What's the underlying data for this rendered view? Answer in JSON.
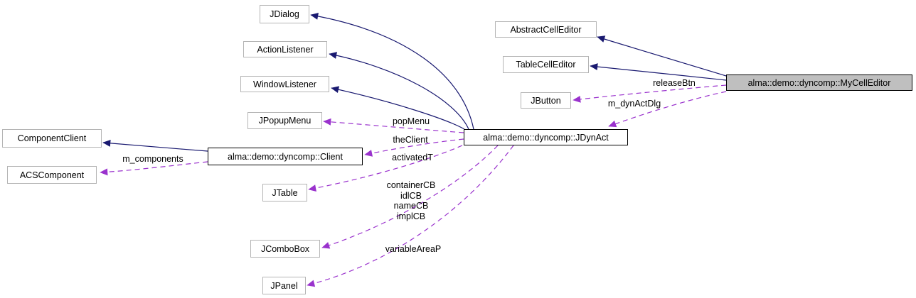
{
  "diagram": {
    "title": "alma::demo::dyncomp::MyCellEditor collaboration graph",
    "type": "doxygen-collaboration-graph",
    "colors": {
      "inheritance_edge": "#191970",
      "usage_edge": "#9a32cd",
      "node_border_external": "#b4b4b4",
      "node_border_documented": "#000000",
      "current_node_fill": "#bfbfbf",
      "background": "#ffffff",
      "text": "#000000"
    },
    "nodes": {
      "jdialog": {
        "label": "JDialog"
      },
      "actionlistener": {
        "label": "ActionListener"
      },
      "windowlistener": {
        "label": "WindowListener"
      },
      "jpopupmenu": {
        "label": "JPopupMenu"
      },
      "componentclient": {
        "label": "ComponentClient"
      },
      "acscomponent": {
        "label": "ACSComponent"
      },
      "client": {
        "label": "alma::demo::dyncomp::Client"
      },
      "jdynact": {
        "label": "alma::demo::dyncomp::JDynAct"
      },
      "jtable": {
        "label": "JTable"
      },
      "jcombobox": {
        "label": "JComboBox"
      },
      "jpanel": {
        "label": "JPanel"
      },
      "abstractcelleditor": {
        "label": "AbstractCellEditor"
      },
      "tablecelleditor": {
        "label": "TableCellEditor"
      },
      "jbutton": {
        "label": "JButton"
      },
      "mycelleditor": {
        "label": "alma::demo::dyncomp::MyCellEditor"
      }
    },
    "edge_labels": {
      "popmenu": "popMenu",
      "theclient": "theClient",
      "activatedt": "activatedT",
      "combos": "containerCB\nidlCB\nnameCB\nimplCB",
      "variableareap": "variableAreaP",
      "mcomponents": "m_components",
      "releasebtn": "releaseBtn",
      "mdynactdlg": "m_dynActDlg"
    }
  }
}
